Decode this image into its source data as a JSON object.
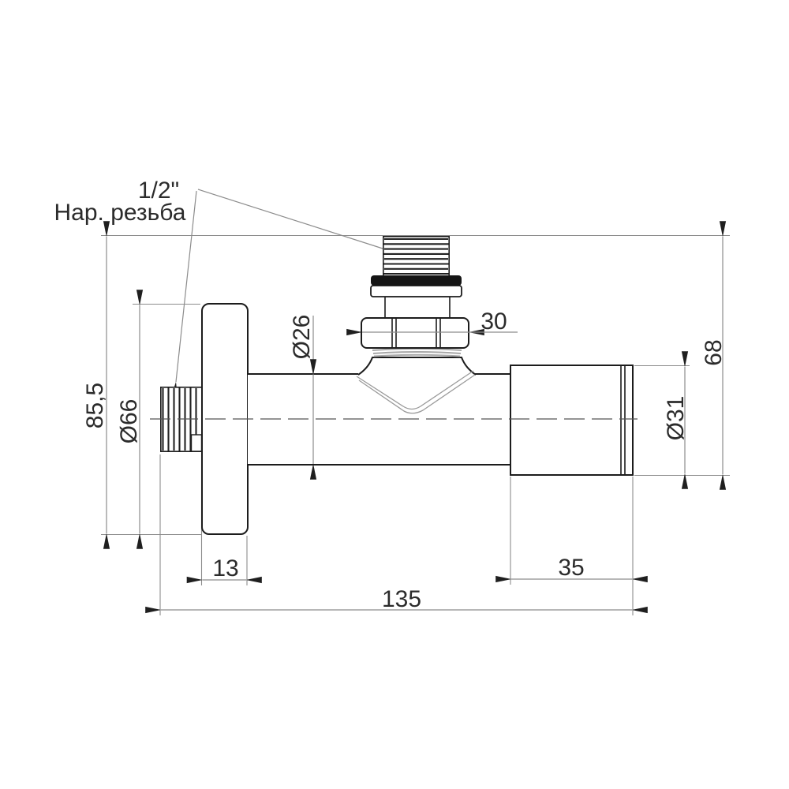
{
  "callout": {
    "size_label": "1/2\"",
    "thread_label": "Нар. резьба"
  },
  "dimensions": {
    "overall_height": "85,5",
    "flange_diameter": "Ø66",
    "pipe_diameter": "Ø26",
    "nut_across_flats": "30",
    "inlet_height": "68",
    "handle_diameter": "Ø31",
    "flange_thickness": "13",
    "handle_length": "35",
    "overall_length": "135"
  },
  "colors": {
    "background": "#ffffff",
    "outline": "#1c1c1c",
    "dimension_line": "#8c8c8c",
    "text": "#2b2b2b",
    "collar_fill": "#151515"
  }
}
